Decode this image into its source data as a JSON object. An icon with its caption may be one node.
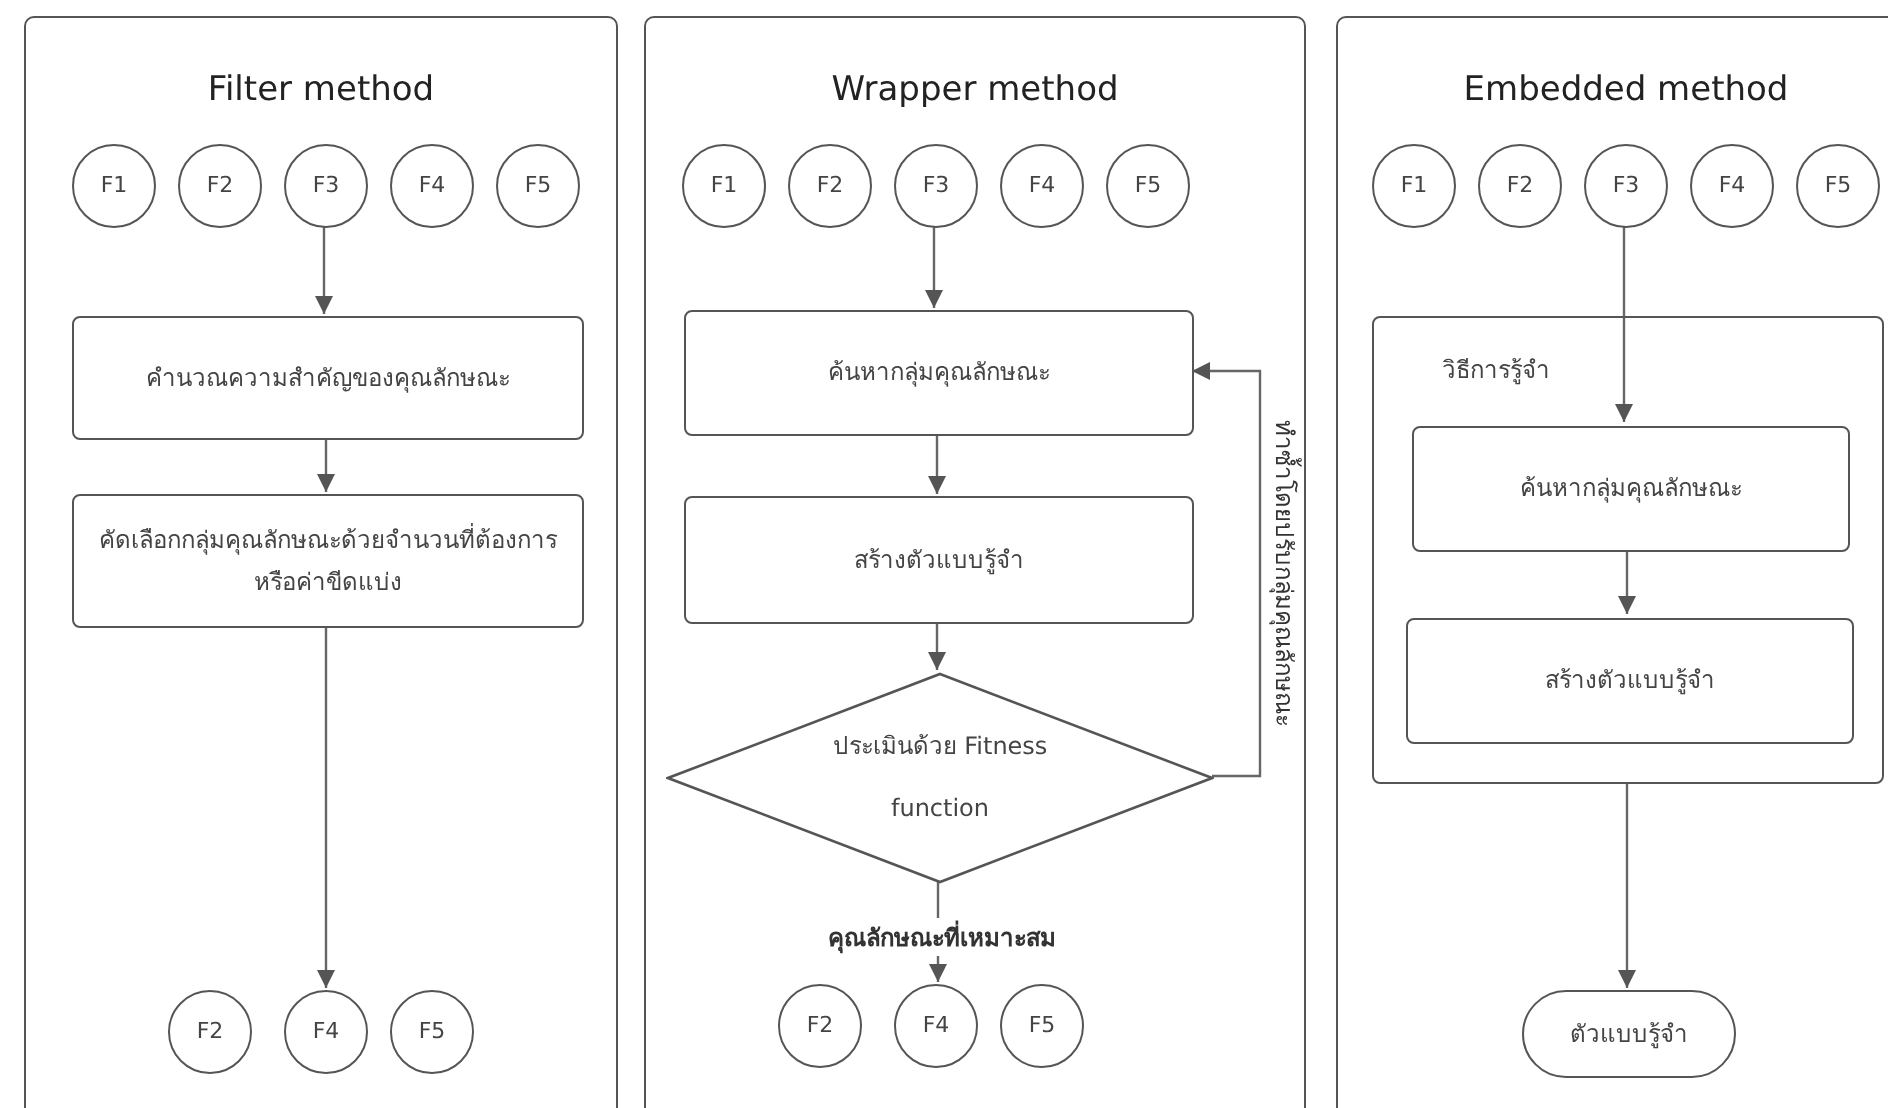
{
  "diagram": {
    "nodes": [
      {
        "text": [
          "Filter method"
        ]
      },
      {
        "text": [
          "F1"
        ],
        "in": 0
      },
      {
        "text": [
          "F2"
        ],
        "in": 0
      },
      {
        "text": [
          "F3"
        ],
        "in": 0
      },
      {
        "text": [
          "F4"
        ],
        "in": 0
      },
      {
        "text": [
          "F5"
        ],
        "in": 0
      },
      {
        "text": [
          "คำนวณความสำคัญของคุณลักษณะ"
        ],
        "in": 0
      },
      {
        "text": [
          "คัดเลือกกลุ่มคุณลักษณะด้วยจำนวนที่ต้องการหรือค่าขีดแบ่ง"
        ],
        "in": 0
      },
      {
        "text": [
          "F2"
        ],
        "in": 0
      },
      {
        "text": [
          "F4"
        ],
        "in": 0
      },
      {
        "text": [
          "F5"
        ],
        "in": 0
      },
      {
        "text": [
          "Wrapper method"
        ]
      },
      {
        "text": [
          "F1"
        ],
        "in": 11
      },
      {
        "text": [
          "F2"
        ],
        "in": 11
      },
      {
        "text": [
          "F3"
        ],
        "in": 11
      },
      {
        "text": [
          "F4"
        ],
        "in": 11
      },
      {
        "text": [
          "F5"
        ],
        "in": 11
      },
      {
        "text": [
          "ค้นหากลุ่มคุณลักษณะ"
        ],
        "in": 11
      },
      {
        "text": [
          "สร้างตัวแบบรู้จำ"
        ],
        "in": 11
      },
      {
        "text": [
          "ประเมินด้วย Fitness function"
        ],
        "in": 11
      },
      {
        "text": [
          "F2"
        ],
        "in": 11
      },
      {
        "text": [
          "F4"
        ],
        "in": 11
      },
      {
        "text": [
          "F5"
        ],
        "in": 11
      },
      {
        "text": [
          "Embedded method"
        ]
      },
      {
        "text": [
          "F1"
        ],
        "in": 23
      },
      {
        "text": [
          "F2"
        ],
        "in": 23
      },
      {
        "text": [
          "F3"
        ],
        "in": 23
      },
      {
        "text": [
          "F4"
        ],
        "in": 23
      },
      {
        "text": [
          "F5"
        ],
        "in": 23
      },
      {
        "text": [
          "วิธีการรู้จำ"
        ],
        "in": 23
      },
      {
        "text": [
          "ค้นหากลุ่มคุณลักษณะ"
        ],
        "in": 29
      },
      {
        "text": [
          "สร้างตัวแบบรู้จำ"
        ],
        "in": 29
      },
      {
        "text": [
          "ตัวแบบรู้จำ"
        ],
        "in": 23
      }
    ],
    "edges": [
      {
        "from": 3,
        "to": 6,
        "arrow": "to"
      },
      {
        "from": 6,
        "to": 7,
        "arrow": "to"
      },
      {
        "from": 7,
        "to": 9,
        "arrow": "to"
      },
      {
        "from": 14,
        "to": 17,
        "arrow": "to"
      },
      {
        "from": 17,
        "to": 18,
        "arrow": "to"
      },
      {
        "from": 18,
        "to": 19,
        "arrow": "to"
      },
      {
        "from": 19,
        "to": 21,
        "arrow": "to",
        "label": "คุณลักษณะที่เหมาะสม"
      },
      {
        "from": 19,
        "to": 17,
        "arrow": "to",
        "label": "ทำซ้ำโดยปรับกลุ่มคุณลักษณะ"
      },
      {
        "from": 26,
        "to": 30,
        "arrow": "to"
      },
      {
        "from": 30,
        "to": 31,
        "arrow": "to"
      },
      {
        "from": 29,
        "to": 32,
        "arrow": "to"
      }
    ]
  }
}
